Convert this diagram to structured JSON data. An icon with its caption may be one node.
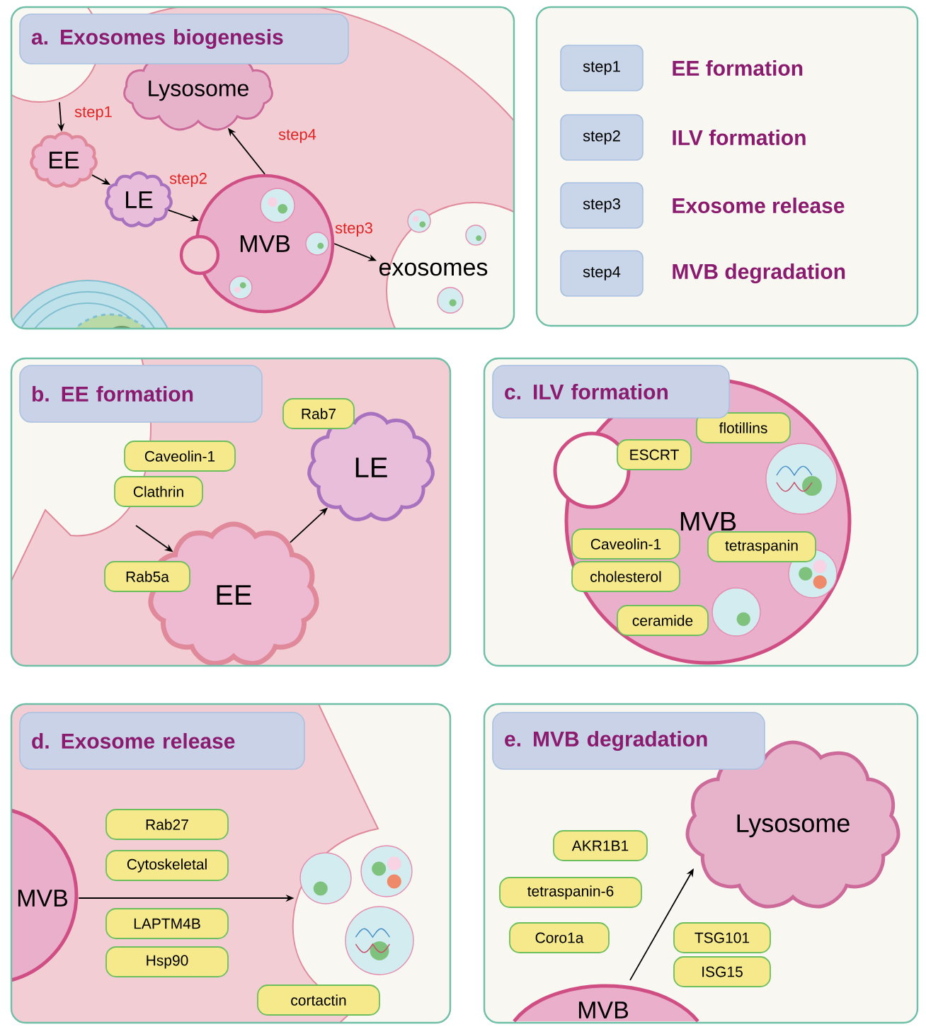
{
  "diagram": {
    "nodes": [
      {
        "text": [
          "a. Exosomes biogenesis"
        ]
      },
      {
        "text": [
          "Lysosome"
        ],
        "in": 0
      },
      {
        "text": [
          "EE"
        ],
        "in": 0
      },
      {
        "text": [
          "LE"
        ],
        "in": 0
      },
      {
        "text": [
          "MVB"
        ],
        "in": 0
      },
      {
        "text": [
          "exosomes"
        ],
        "in": 0
      },
      {
        "text": [],
        "shape": "box"
      },
      {
        "text": [
          "step1"
        ],
        "in": 6,
        "beside": [
          "EE formation"
        ]
      },
      {
        "text": [
          "step2"
        ],
        "in": 6,
        "beside": [
          "ILV formation"
        ]
      },
      {
        "text": [
          "step3"
        ],
        "in": 6,
        "beside": [
          "Exosome release"
        ]
      },
      {
        "text": [
          "step4"
        ],
        "in": 6,
        "beside": [
          "MVB degradation"
        ]
      },
      {
        "text": [
          "b.  EE formation"
        ]
      },
      {
        "text": [
          "Rab7"
        ],
        "in": 11
      },
      {
        "text": [
          "LE"
        ],
        "in": 11
      },
      {
        "text": [
          "Caveolin-1"
        ],
        "in": 11
      },
      {
        "text": [
          "Clathrin"
        ],
        "in": 11
      },
      {
        "text": [
          "Rab5a"
        ],
        "in": 11
      },
      {
        "text": [
          "EE"
        ],
        "in": 11
      },
      {
        "text": [
          "c. ILV formation"
        ]
      },
      {
        "text": [
          "MVB"
        ],
        "in": 18
      },
      {
        "text": [
          "flotillins"
        ],
        "in": 19
      },
      {
        "text": [
          "ESCRT"
        ],
        "in": 19
      },
      {
        "text": [
          "Caveolin-1"
        ],
        "in": 19
      },
      {
        "text": [
          "tetraspanin"
        ],
        "in": 19
      },
      {
        "text": [
          "cholesterol"
        ],
        "in": 19
      },
      {
        "text": [
          "ceramide"
        ],
        "in": 19
      },
      {
        "text": [
          "d. Exosome release"
        ]
      },
      {
        "text": [
          "MVB"
        ],
        "in": 26
      },
      {
        "text": [
          "Rab27"
        ],
        "in": 26
      },
      {
        "text": [
          "Cytoskeletal"
        ],
        "in": 26
      },
      {
        "text": [
          "LAPTM4B"
        ],
        "in": 26
      },
      {
        "text": [
          "Hsp90"
        ],
        "in": 26
      },
      {
        "text": [],
        "shape": "picture",
        "in": 26
      },
      {
        "text": [
          "cortactin"
        ],
        "in": 26
      },
      {
        "text": [
          "e. MVB degradation"
        ]
      },
      {
        "text": [
          "Lysosome"
        ],
        "in": 34
      },
      {
        "text": [
          "AKR1B1"
        ],
        "in": 34
      },
      {
        "text": [
          "tetraspanin-6"
        ],
        "in": 34
      },
      {
        "text": [
          "Coro1a"
        ],
        "in": 34
      },
      {
        "text": [
          "TSG101"
        ],
        "in": 34
      },
      {
        "text": [
          "ISG15"
        ],
        "in": 34
      },
      {
        "text": [
          "MVB"
        ],
        "in": 34
      },
      {
        "text": [],
        "shape": "circle"
      }
    ],
    "edges": [
      {
        "from": 42,
        "to": 2,
        "arrow": "to",
        "label": "step1"
      },
      {
        "from": 2,
        "to": 3,
        "arrow": "to"
      },
      {
        "from": 3,
        "to": 4,
        "arrow": "to",
        "label": "step2"
      },
      {
        "from": 4,
        "to": 5,
        "arrow": "to",
        "label": "step3"
      },
      {
        "from": 4,
        "to": 1,
        "arrow": "to",
        "label": "step4"
      },
      {
        "from": null,
        "to": 17,
        "arrow": "to"
      },
      {
        "from": 17,
        "to": 13,
        "arrow": "to"
      },
      {
        "from": 27,
        "to": 32,
        "arrow": "to"
      },
      {
        "from": 41,
        "to": 35,
        "arrow": "to"
      }
    ]
  }
}
